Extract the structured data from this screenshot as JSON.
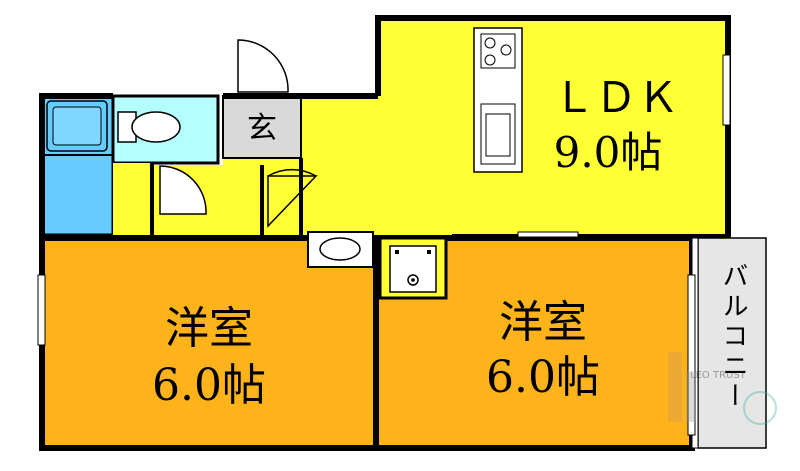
{
  "rooms": {
    "ldk": {
      "name": "ＬＤＫ",
      "size": "9.0帖",
      "fill": "#FFFF33"
    },
    "western_left": {
      "name": "洋室",
      "size": "6.0帖",
      "fill": "#FFB31A"
    },
    "western_right": {
      "name": "洋室",
      "size": "6.0帖",
      "fill": "#FFB31A"
    },
    "entrance": {
      "name": "玄",
      "fill": "#D9D9D9"
    },
    "balcony": {
      "name": "バルコニー",
      "fill": "#E6E6E6"
    },
    "toilet": {
      "fill": "#B3FFFF"
    },
    "bath": {
      "fill": "#66CCFF"
    }
  },
  "watermark": {
    "text": "LEO TRUST"
  }
}
